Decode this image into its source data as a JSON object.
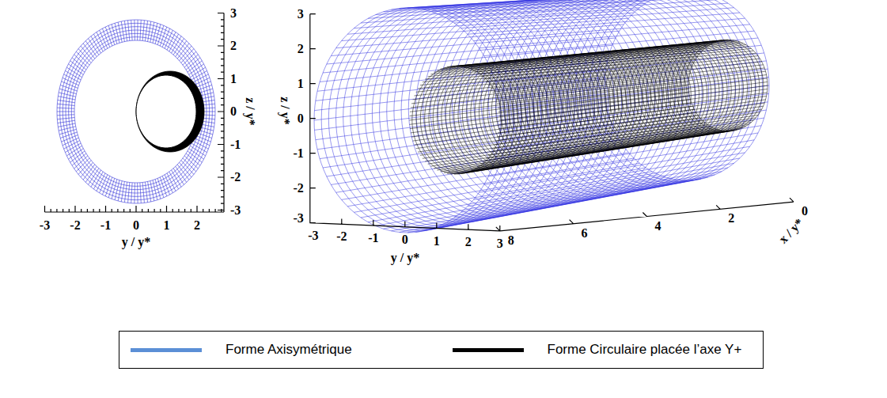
{
  "diagram": {
    "labels": [
      "-3",
      "-2",
      "-1",
      "0",
      "1",
      "2",
      "3",
      "2",
      "1",
      "0",
      "-1",
      "-2",
      "-3",
      "y / y*",
      "z / y*",
      "3",
      "2",
      "1",
      "0",
      "-1",
      "-2",
      "-3",
      "-3",
      "-2",
      "-1",
      "0",
      "1",
      "2",
      "3",
      "8",
      "6",
      "4",
      "2",
      "0",
      "y / y*",
      "z / y*",
      "x / y*"
    ],
    "legend": [
      {
        "text": "Forme Axisymétrique",
        "color": "#5b8fd6"
      },
      {
        "text": "Forme Circulaire placée l’axe Y+",
        "color": "#000000"
      }
    ]
  }
}
